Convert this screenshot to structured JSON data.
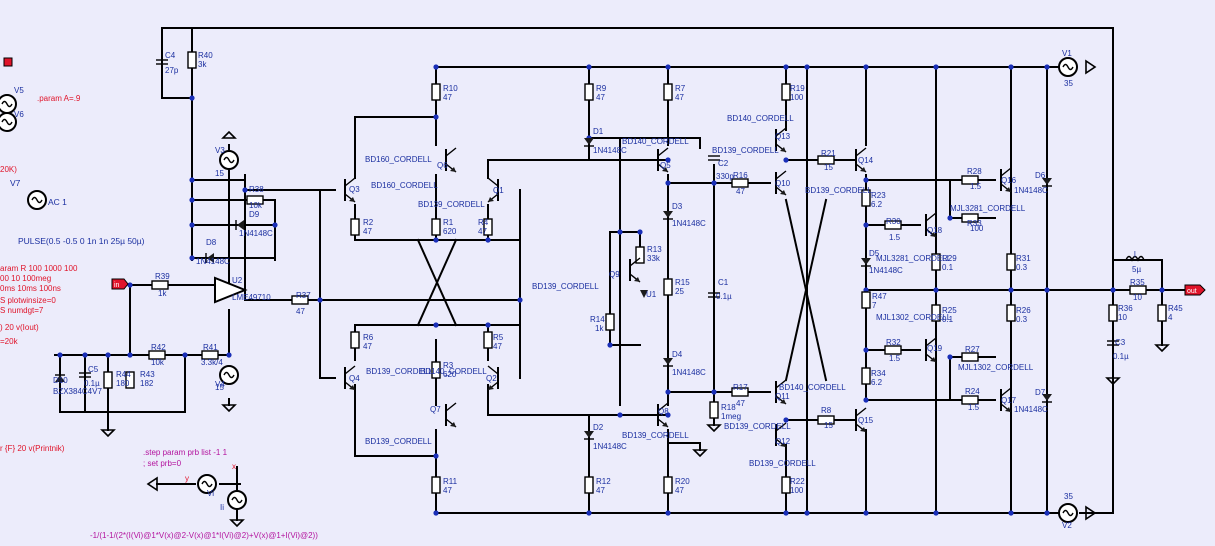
{
  "colors": {
    "background": "#ececfb",
    "wire": "#000000",
    "node": "#1a2fb8",
    "label": "#1b2fa0",
    "directive": "#e0142a",
    "measure": "#b3139e"
  },
  "directives": {
    "param_a": ".param A=.9",
    "v7_freq": "20K)",
    "v7_name": "V7",
    "v7_value": "AC 1",
    "pulse": "PULSE(0.5 -0.5 0 1n 1n 25µ 50µ)",
    "param_r": "aram R 100 1000 100",
    "line2": "00 10 100meg",
    "line3": "0ms 10ms 100ns",
    "plotwinsize": "S plotwinsize=0",
    "numdgt": "S numdgt=7",
    "iout": ") 20 v(Iout)",
    "f20k": "=20k",
    "printnik": "r {F} 20 v(Printnik)",
    "step": ".step param prb list -1 1",
    "setprb": "; set prb=0",
    "formula": "-1/(1-1/(2*(I(Vi)@1*V(x)@2-V(x)@1*I(Vi)@2)+V(x)@1+I(Vi)@2))"
  },
  "ports": {
    "in": "in",
    "out": "out"
  },
  "components": {
    "c4": {
      "name": "C4",
      "value": "27p"
    },
    "r40": {
      "name": "R40",
      "value": "3k"
    },
    "v5": {
      "name": "V5"
    },
    "v6": {
      "name": "V6"
    },
    "v3": {
      "name": "V3",
      "value": "15"
    },
    "r38": {
      "name": "R38",
      "value": "10k"
    },
    "d9": {
      "name": "D9",
      "value": "1N4148C"
    },
    "d8": {
      "name": "D8",
      "value": "1N4148C"
    },
    "r39": {
      "name": "R39",
      "value": "1k"
    },
    "u2": {
      "name": "U2",
      "value": "LME49710"
    },
    "r37": {
      "name": "R37",
      "value": "47"
    },
    "d10": {
      "name": "D10",
      "value": "BZX384C4V7"
    },
    "c5": {
      "name": "C5",
      "value": "0.1µ"
    },
    "r44": {
      "name": "R44",
      "value": "180"
    },
    "r43": {
      "name": "R43",
      "value": "182"
    },
    "r42": {
      "name": "R42",
      "value": "10k"
    },
    "r41": {
      "name": "R41",
      "value": "3.3k/4"
    },
    "v4": {
      "name": "V4",
      "value": "15"
    },
    "q3": {
      "name": "Q3",
      "model": "BD160_CORDELL"
    },
    "q6": {
      "name": "Q6",
      "model": "BD160_CORDELL"
    },
    "q1": {
      "name": "Q1",
      "model": "BD139_CORDELL"
    },
    "r10": {
      "name": "R10",
      "value": "47"
    },
    "r9": {
      "name": "R9",
      "value": "47"
    },
    "r7": {
      "name": "R7",
      "value": "47"
    },
    "r2": {
      "name": "R2",
      "value": "47"
    },
    "r1": {
      "name": "R1",
      "value": "620"
    },
    "r4": {
      "name": "R4",
      "value": "47"
    },
    "d1": {
      "name": "D1",
      "value": "1N4148C"
    },
    "q5": {
      "name": "Q5",
      "model": "BD140_CORDELL"
    },
    "d3": {
      "name": "D3",
      "value": "1N4148C"
    },
    "r13": {
      "name": "R13",
      "value": "33k"
    },
    "q9": {
      "name": "Q9",
      "model": "BD139_CORDELL"
    },
    "u1": {
      "name": "U1"
    },
    "r14": {
      "name": "R14",
      "value": "1k"
    },
    "r15": {
      "name": "R15",
      "value": "25"
    },
    "c1": {
      "name": "C1",
      "value": "0.1µ"
    },
    "d4": {
      "name": "D4",
      "value": "1N4148C"
    },
    "c2": {
      "name": "C2",
      "value": "330p"
    },
    "r16": {
      "name": "R16",
      "value": "47"
    },
    "r19": {
      "name": "R19",
      "value": "100"
    },
    "q13": {
      "name": "Q13",
      "model": "BD140_CORDELL"
    },
    "q10": {
      "name": "Q10",
      "model": "BD139_CORDELL"
    },
    "r21": {
      "name": "R21",
      "value": "15"
    },
    "q14": {
      "name": "Q14"
    },
    "r23": {
      "name": "R23",
      "value": "6.2"
    },
    "r28": {
      "name": "R28",
      "value": "1.5"
    },
    "q16": {
      "name": "Q16",
      "model": "MJL3281_CORDELL"
    },
    "r6": {
      "name": "R6",
      "value": "47"
    },
    "r5": {
      "name": "R5",
      "value": "47"
    },
    "r3": {
      "name": "R3",
      "value": "620"
    },
    "q4": {
      "name": "Q4",
      "model": "BD139_CORDELL"
    },
    "q2": {
      "name": "Q2",
      "model": "BD140_CORDELL"
    },
    "q7": {
      "name": "Q7",
      "model": "BD139_CORDELL"
    },
    "q8": {
      "name": "Q8",
      "model": "BD139_CORDELL"
    },
    "d2": {
      "name": "D2",
      "value": "1N4148C"
    },
    "r11": {
      "name": "R11",
      "value": "47"
    },
    "r12": {
      "name": "R12",
      "value": "47"
    },
    "r20": {
      "name": "R20",
      "value": "47"
    },
    "r17": {
      "name": "R17",
      "value": "47"
    },
    "r18": {
      "name": "R18",
      "value": "1meg"
    },
    "q11": {
      "name": "Q11",
      "model": "BD140_CORDELL"
    },
    "q12": {
      "name": "Q12",
      "model": "BD139_CORDELL"
    },
    "r22": {
      "name": "R22",
      "value": "100"
    },
    "r8": {
      "name": "R8",
      "value": "15"
    },
    "q15": {
      "name": "Q15"
    },
    "r34": {
      "name": "R34",
      "value": "6.2"
    },
    "r30": {
      "name": "R30",
      "value": "1.5"
    },
    "q18": {
      "name": "Q18",
      "model": "MJL3281_CORDELL"
    },
    "d5": {
      "name": "D5",
      "value": "1N4148C"
    },
    "r29": {
      "name": "R29",
      "value": "0.1"
    },
    "r47": {
      "name": "R47",
      "value": "7"
    },
    "r25": {
      "name": "R25",
      "value": "0.1"
    },
    "q19": {
      "name": "Q19",
      "model": "MJL1302_CORDELL"
    },
    "r32": {
      "name": "R32",
      "value": "1.5"
    },
    "r31": {
      "name": "R31",
      "value": "0.3"
    },
    "r26": {
      "name": "R26",
      "value": "0.3"
    },
    "r27": {
      "name": "R27",
      "value": "100"
    },
    "q17": {
      "name": "Q17",
      "model": "MJL1302_CORDELL"
    },
    "r24": {
      "name": "R24",
      "value": "1.5"
    },
    "r33": {
      "name": "R33",
      "value": "100"
    },
    "d6": {
      "name": "D6"
    },
    "d7": {
      "name": "D7"
    },
    "v1": {
      "name": "V1",
      "value": "35"
    },
    "v2": {
      "name": "V2",
      "value": "35"
    },
    "l1": {
      "name": "l",
      "value": "5µ"
    },
    "r35": {
      "name": "R35",
      "value": "10"
    },
    "r36": {
      "name": "R36",
      "value": "10"
    },
    "r45": {
      "name": "R45",
      "value": "4"
    },
    "c3": {
      "name": "C3",
      "value": "0.1µ"
    },
    "vi": {
      "name": "Vi"
    },
    "ii": {
      "name": "Ii"
    },
    "node_y": "y",
    "node_x": "x",
    "d16_diode": "1N4148C",
    "d17_diode": "1N4148C"
  }
}
